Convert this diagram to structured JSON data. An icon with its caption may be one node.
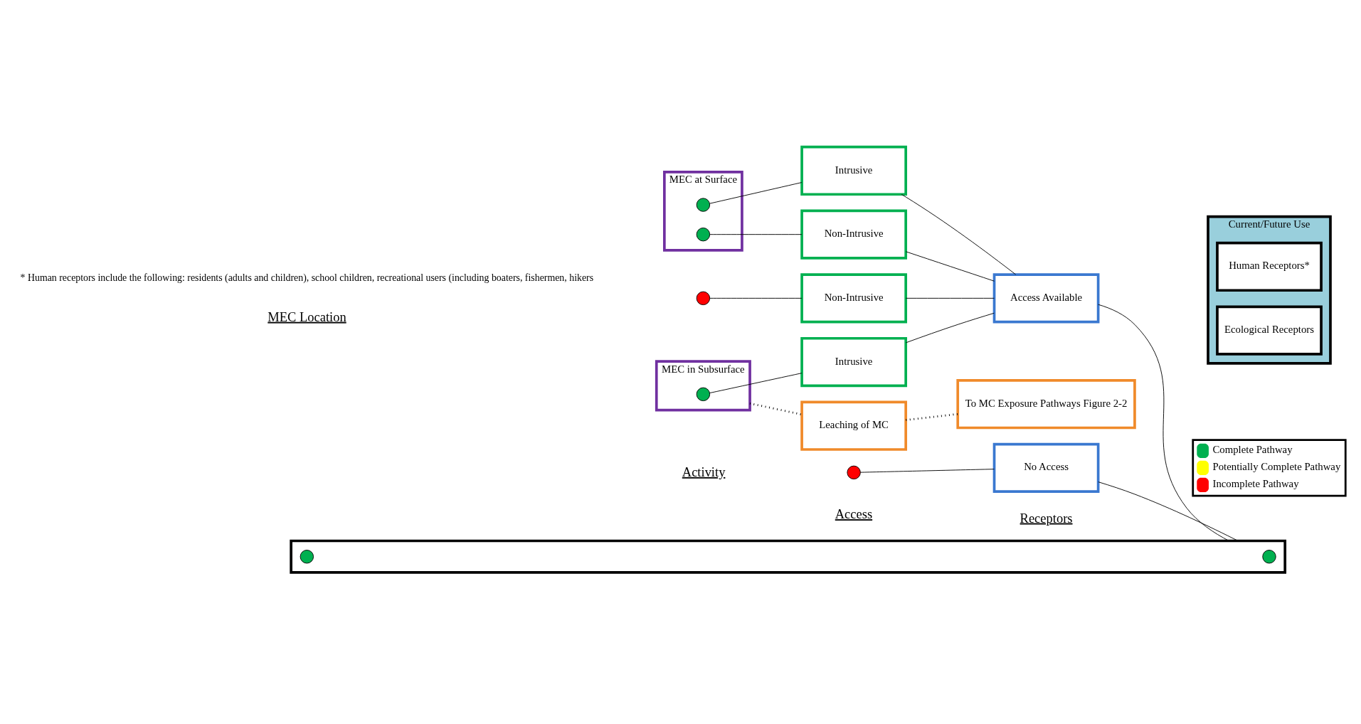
{
  "diagram": {
    "nodes": [
      {
        "text": [
          "MEC at Surface"
        ]
      },
      {
        "text": [],
        "shape": "circle",
        "in": 0
      },
      {
        "text": [],
        "shape": "circle",
        "in": 0
      },
      {
        "text": [
          "Intrusive"
        ]
      },
      {
        "text": [
          "Non-Intrusive"
        ]
      },
      {
        "text": [
          "Access Available"
        ]
      },
      {
        "text": [
          "Current/Future Use"
        ]
      },
      {
        "text": [
          "Human Receptors*"
        ],
        "in": 6
      },
      {
        "text": [
          "Ecological Receptors"
        ],
        "in": 6
      },
      {
        "text": [],
        "shape": "box"
      },
      {
        "text": [],
        "shape": "circle",
        "in": 9
      },
      {
        "text": [],
        "shape": "circle",
        "in": 9
      },
      {
        "text": [
          "MEC in Subsurface"
        ]
      },
      {
        "text": [],
        "shape": "circle",
        "in": 12
      },
      {
        "text": [
          "Intrusive"
        ]
      },
      {
        "text": [],
        "shape": "circle"
      },
      {
        "text": [
          "Non-Intrusive"
        ]
      },
      {
        "text": [],
        "shape": "circle"
      },
      {
        "text": [
          "No Access"
        ]
      },
      {
        "text": [
          "Leaching of MC"
        ]
      },
      {
        "text": [
          "To MC Exposure Pathways Figure 2-2"
        ]
      }
    ],
    "edges": [
      {
        "from": 1,
        "to": 3,
        "arrow": "none"
      },
      {
        "from": 2,
        "to": 4,
        "arrow": "none"
      },
      {
        "from": 13,
        "to": 14,
        "arrow": "none"
      },
      {
        "from": 15,
        "to": 16,
        "arrow": "none"
      },
      {
        "from": 3,
        "to": 5,
        "arrow": "none"
      },
      {
        "from": 4,
        "to": 5,
        "arrow": "none"
      },
      {
        "from": 14,
        "to": 5,
        "arrow": "none"
      },
      {
        "from": 16,
        "to": 5,
        "arrow": "none"
      },
      {
        "from": 17,
        "to": 18,
        "arrow": "none"
      },
      {
        "from": 5,
        "to": 9,
        "arrow": "none"
      },
      {
        "from": 18,
        "to": 9,
        "arrow": "none"
      },
      {
        "from": 12,
        "to": 19,
        "arrow": "none",
        "style": "dashed"
      },
      {
        "from": 19,
        "to": 20,
        "arrow": "none",
        "style": "dashed"
      }
    ],
    "labels": [
      "MEC Location",
      "Activity",
      "Access",
      "Receptors",
      "* Human receptors include the following: residents (adults and children), school children, recreational users (including boaters, fishermen, hikers"
    ],
    "legend": [
      {
        "text": "Complete Pathway",
        "color": "#00b050"
      },
      {
        "text": "Potentially Complete Pathway",
        "color": "#ffff00"
      },
      {
        "text": "Incomplete Pathway",
        "color": "#ff0000"
      }
    ]
  }
}
